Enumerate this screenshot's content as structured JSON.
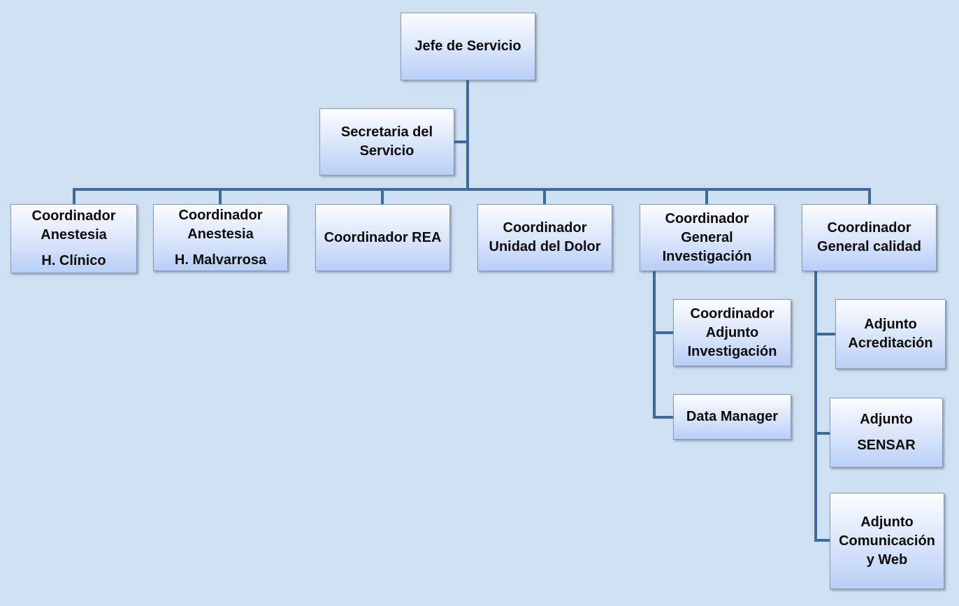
{
  "colors": {
    "background": "#cfe0f3",
    "connector": "#3d6a9c",
    "box_top": "#fbfdff",
    "box_bottom": "#b9cff7",
    "text": "#0b0b0b"
  },
  "org": {
    "head": {
      "lines": [
        "Jefe de Servicio"
      ]
    },
    "secretary": {
      "lines": [
        "Secretaria del",
        "Servicio"
      ]
    },
    "coordinators": [
      {
        "lines": [
          "Coordinador",
          "Anestesia",
          "H. Clínico"
        ]
      },
      {
        "lines": [
          "Coordinador",
          "Anestesia",
          "H. Malvarrosa"
        ]
      },
      {
        "lines": [
          "Coordinador REA"
        ]
      },
      {
        "lines": [
          "Coordinador",
          "Unidad del Dolor"
        ]
      },
      {
        "lines": [
          "Coordinador",
          "General",
          "Investigación"
        ]
      },
      {
        "lines": [
          "Coordinador",
          "General calidad"
        ]
      }
    ],
    "research_staff": [
      {
        "lines": [
          "Coordinador",
          "Adjunto",
          "Investigación"
        ]
      },
      {
        "lines": [
          "Data Manager"
        ]
      }
    ],
    "quality_staff": [
      {
        "lines": [
          "Adjunto",
          "Acreditación"
        ]
      },
      {
        "lines": [
          "Adjunto",
          "SENSAR"
        ]
      },
      {
        "lines": [
          "Adjunto",
          "Comunicación",
          "y Web"
        ]
      }
    ]
  }
}
